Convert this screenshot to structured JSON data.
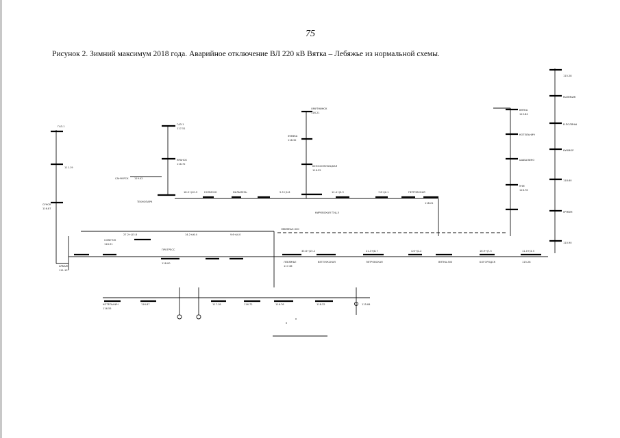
{
  "page": {
    "number": "75",
    "title": "Рисунок 2. Зимний максимум 2018 года. Аварийное отключение ВЛ 220 кВ Вятка – Лебяжье из нормальной схемы."
  },
  "labels": {
    "gazh": "ГАЗ-1",
    "gazh_v": "117.51",
    "tehnoparkov": "ТЕХНОПАРК",
    "beloholunitsk": "БЕЛОХОЛУНИЦКАЯ",
    "vyatka": "ВЯТКА",
    "lebyazhe": "ЛЕБЯЖЬЕ",
    "kirov_tets": "КИРОВСКАЯ ТЭЦ-5",
    "progress": "ПРОГРЕСС",
    "sovetsk": "СОВЕТСК",
    "arbazh": "АРБАЖ",
    "kotelnich": "КОТЕЛЬНИЧ",
    "vetluzhskaya": "ВЕТЛУЖСКАЯ",
    "petrovskaya": "ПЕТРОВСКАЯ",
    "malmyzh": "МАЛМЫЖ",
    "vyatskie_polyany": "В.ПОЛЯНЫ",
    "shabalino": "ШАБАЛИНО",
    "yaransk": "ЯРАНСК",
    "urzhum": "УРЖУМ",
    "nolinsk": "НОЛИНСК",
    "kilmez": "КИЛЬМЕЗЬ",
    "omutninsk": "ОМУТНИНСК",
    "sunsk": "СУНСК",
    "zuevka": "ЗУЕВКА",
    "bogorodsk": "БОГОРОДСК",
    "sanchursk": "САНЧУРСК",
    "uni": "УНИ",
    "kukmor": "КУКМОР",
    "lebyazhe_500": "ЛЕБЯЖЬЕ-500",
    "vyatka_500": "ВЯТКА-500",
    "vyatka_v": "115.84",
    "kotelnich_v": "116.55",
    "arbazh_v": "111.19",
    "sovetsk_v": "116.91",
    "progress_v": "118.00",
    "lebyazhe_v": "117.46",
    "yaransk_v": "116.72",
    "urzhum_v": "118.60",
    "malmyzh_v": "115.28",
    "nolinsk_v": "110.90",
    "kilmez_v": "117.18",
    "sunsk_v": "116.87",
    "zuevka_v": "118.32",
    "bogorodsk_v": "119.42",
    "uni_v": "116.76",
    "omutninsk_v": "116.21",
    "petrovskaya_v": "118.21",
    "flow1": "18.5+j10.3",
    "flow2": "27.2+j13.8",
    "flow3": "5.3+j1.6",
    "flow4": "12.4+j3.9",
    "flow5": "33.6+j15.2",
    "flow6": "7.8+j2.1",
    "flow7": "14.2+j6.4",
    "flow8": "9.6+j4.0",
    "flow9": "21.3+j8.7",
    "flow10": "4.6+j1.2",
    "flow11": "16.9+j7.5",
    "flow12": "11.0+j3.3"
  }
}
